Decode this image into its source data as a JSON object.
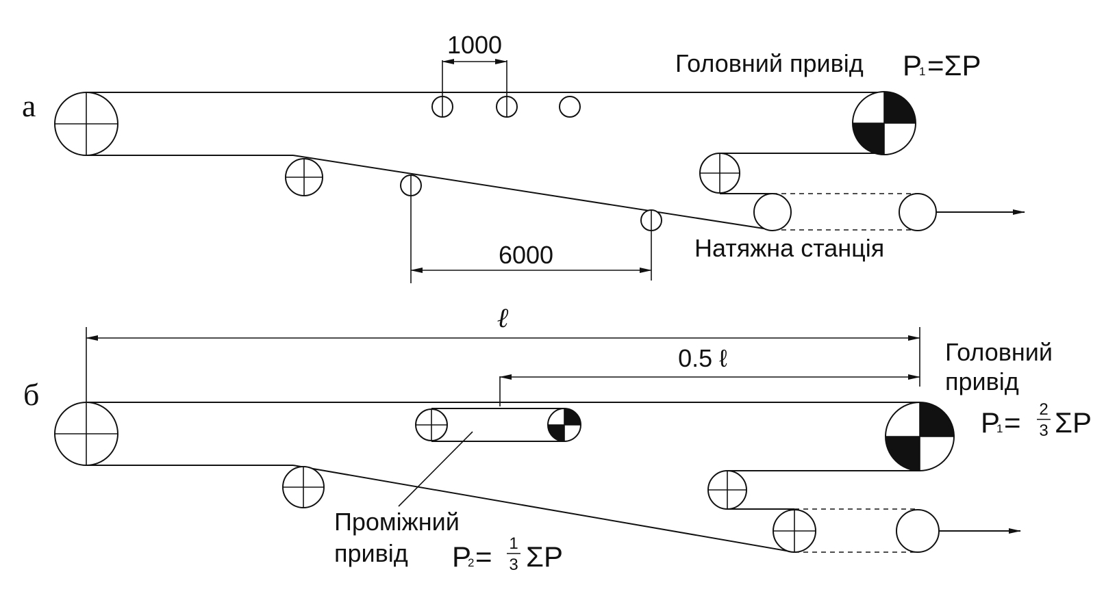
{
  "panel_a": {
    "label": "а",
    "dim_idler_spacing": "1000",
    "dim_return_idler_spacing": "6000",
    "head_drive_label": "Головний привід",
    "head_drive_formula_lhs": "P",
    "head_drive_formula_sub": "1",
    "head_drive_formula_rhs": "=ΣP",
    "tension_station_label": "Натяжна станція"
  },
  "panel_b": {
    "label": "б",
    "dim_length": "ℓ",
    "dim_half_length": "0.5 ℓ",
    "head_drive_label_line1": "Головний",
    "head_drive_label_line2": "привід",
    "head_formula_lhs": "P",
    "head_formula_sub": "1",
    "head_formula_eq": "=",
    "head_formula_num": "2",
    "head_formula_den": "3",
    "head_formula_rhs": "ΣP",
    "intermediate_label_line1": "Проміжний",
    "intermediate_label_line2": "привід",
    "inter_formula_lhs": "P",
    "inter_formula_sub": "2",
    "inter_formula_eq": "=",
    "inter_formula_num": "1",
    "inter_formula_den": "3",
    "inter_formula_rhs": "ΣP"
  }
}
